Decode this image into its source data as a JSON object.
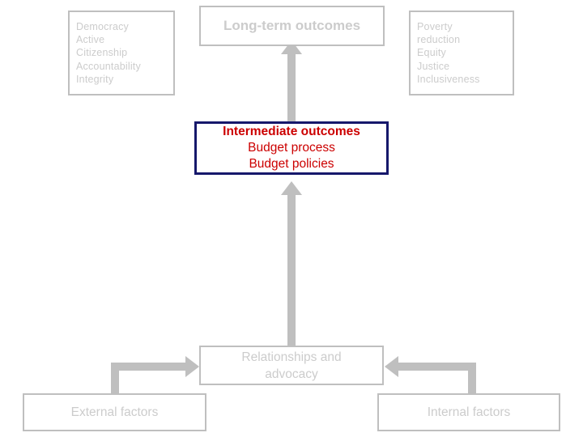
{
  "diagram": {
    "title": "Budget advocacy outcomes logic model",
    "colors": {
      "gray": "#bfbfbf",
      "gray_text": "#cccccc",
      "navy_border": "#16186b",
      "red_text": "#cc0000",
      "background": "#ffffff"
    },
    "boxes": {
      "civic": {
        "lines": [
          "Democracy",
          "Active",
          "Citizenship",
          "Accountability",
          "Integrity"
        ]
      },
      "long_term": {
        "label": "Long-term outcomes"
      },
      "poverty": {
        "lines": [
          "Poverty",
          "reduction",
          "Equity",
          "Justice",
          "Inclusiveness"
        ]
      },
      "intermediate": {
        "line1": "Intermediate outcomes",
        "line2": "Budget process",
        "line3": "Budget policies"
      },
      "relationships": {
        "line1": "Relationships and",
        "line2": "advocacy"
      },
      "external": {
        "label": "External factors"
      },
      "internal": {
        "label": "Internal factors"
      }
    },
    "connectors": [
      {
        "name": "intermediate-to-long-term",
        "from": "intermediate",
        "to": "long_term",
        "direction": "up"
      },
      {
        "name": "relationships-to-intermediate",
        "from": "relationships",
        "to": "intermediate",
        "direction": "up"
      },
      {
        "name": "external-to-relationships",
        "from": "external",
        "to": "relationships",
        "direction": "right"
      },
      {
        "name": "internal-to-relationships",
        "from": "internal",
        "to": "relationships",
        "direction": "left"
      }
    ]
  }
}
